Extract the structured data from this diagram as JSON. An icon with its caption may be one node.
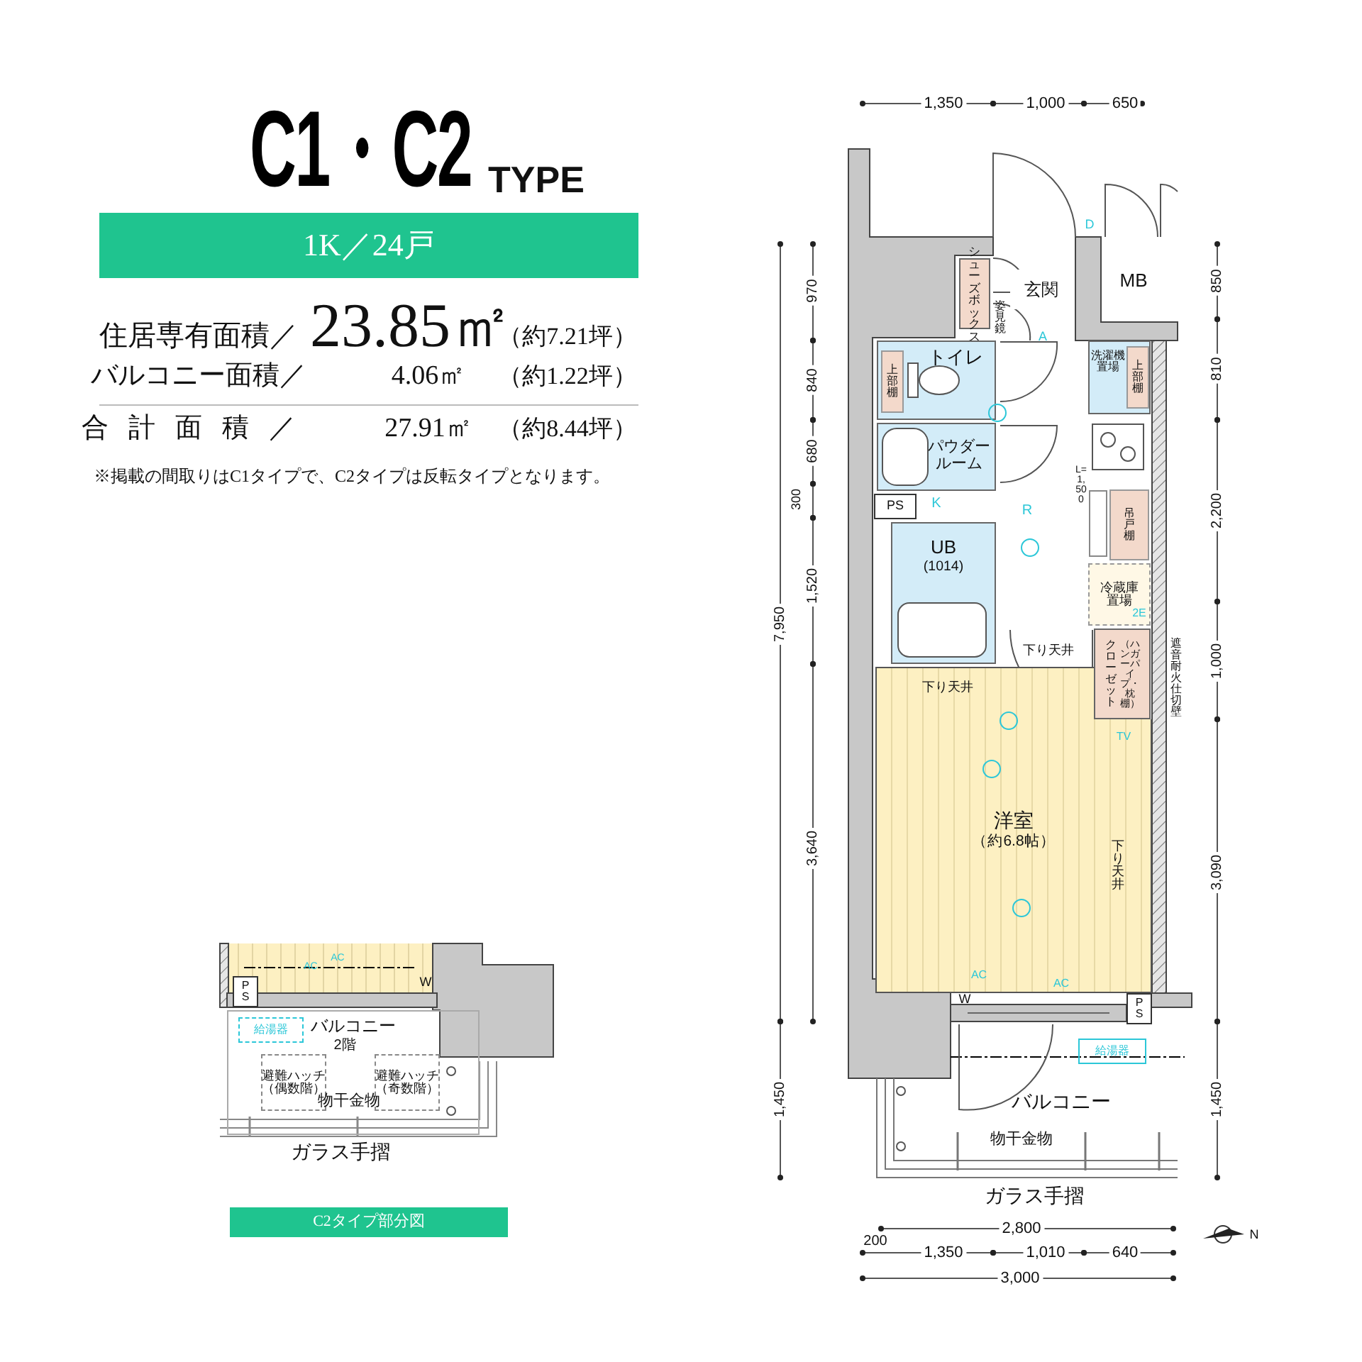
{
  "diagram": {
    "title": "C1・C2",
    "nodes": [
      {
        "text": [
          "1K／24戸"
        ]
      },
      {
        "text": [
          "シューズボックス"
        ]
      },
      {
        "text": [
          "玄関"
        ]
      },
      {
        "text": [
          "MB"
        ]
      },
      {
        "text": [
          "トイレ"
        ]
      },
      {
        "text": [
          "上部棚"
        ],
        "in": 4
      },
      {
        "text": [
          "洗濯機置場"
        ]
      },
      {
        "text": [
          "上部棚"
        ],
        "in": 6
      },
      {
        "text": [
          "パウダールーム"
        ]
      },
      {
        "text": [
          "PS"
        ]
      },
      {
        "text": [
          "吊戸棚"
        ]
      },
      {
        "text": [
          "UB",
          "(1014)"
        ]
      },
      {
        "text": [
          "冷蔵庫置場"
        ]
      },
      {
        "text": [
          "クローゼット",
          "（ハンガーパイプ・枕棚）"
        ]
      },
      {
        "text": [
          "洋室",
          "（約6.8帖）"
        ]
      },
      {
        "text": [
          "PS"
        ]
      },
      {
        "text": [
          "バルコニー"
        ]
      },
      {
        "text": [
          "給湯器"
        ],
        "in": 16
      },
      {
        "text": [
          "バルコニー"
        ]
      },
      {
        "text": [
          "PS"
        ]
      },
      {
        "text": [
          "給湯器"
        ],
        "in": 18
      },
      {
        "text": [
          "避難ハッチ（偶数階）"
        ],
        "in": 18
      },
      {
        "text": [
          "避難ハッチ（奇数階）"
        ],
        "in": 18
      },
      {
        "text": [
          "C2タイプ部分図"
        ]
      }
    ],
    "labels": [
      "TYPE",
      "住居専有面積／",
      "23.85㎡",
      "（約7.21坪）",
      "バルコニー面積／",
      "4.06㎡",
      "（約1.22坪）",
      "合計面積／",
      "27.91㎡",
      "（約8.44坪）",
      "※掲載の間取りはC1タイプで、C2タイプは反転タイプとなります。",
      "1,350",
      "1,000",
      "650",
      "970",
      "840",
      "680",
      "300",
      "1,520",
      "7,950",
      "3,640",
      "1,450",
      "850",
      "810",
      "2,200",
      "1,000",
      "3,090",
      "1,450",
      "2,800",
      "200",
      "1,350",
      "1,010",
      "640",
      "3,000",
      "D",
      "姿見鏡",
      "A",
      "K",
      "R",
      "L=1,500",
      "2E",
      "下り天井",
      "下り天井",
      "TV",
      "下り天井",
      "遮音耐火仕切壁",
      "AC",
      "AC",
      "W",
      "物干金物",
      "ガラス手摺",
      "AC",
      "AC",
      "W",
      "2階",
      "物干金物",
      "ガラス手摺",
      "N"
    ]
  }
}
